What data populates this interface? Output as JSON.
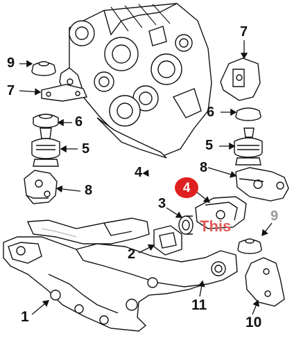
{
  "diagram": {
    "labels": {
      "l9_left": "9",
      "l7_left": "7",
      "l6_left": "6",
      "l5_left": "5",
      "l8_left": "8",
      "l4_center": "4",
      "l4_highlight": "4",
      "l3": "3",
      "l2": "2",
      "l1": "1",
      "l11": "11",
      "l10": "10",
      "l9_right": "9",
      "l8_right": "8",
      "l7_right": "7",
      "l6_right": "6",
      "l5_right": "5"
    },
    "watermark": "This",
    "colors": {
      "line": "#111111",
      "highlight": "#e02020",
      "watermark": "#e05a5a",
      "faded": "#9a9a9a"
    }
  }
}
